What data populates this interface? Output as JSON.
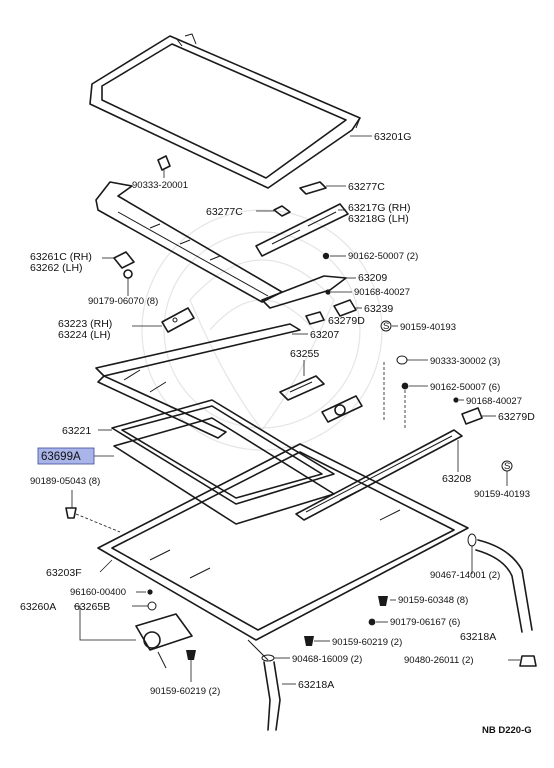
{
  "highlight_color": "#a9b4e8",
  "labels": {
    "p63201G": "63201G",
    "p90333_20001": "90333-20001",
    "p63277C_top": "63277C",
    "p63277C_left": "63277C",
    "p63217G": "63217G (RH)",
    "p63218G": "63218G (LH)",
    "p63261C": "63261C (RH)",
    "p63262": "63262   (LH)",
    "p90162_50007_2": "90162-50007 (2)",
    "p90179_06070": "90179-06070 (8)",
    "p63209": "63209",
    "p90168_40027_top": "90168-40027",
    "p63239": "63239",
    "p63279D_top": "63279D",
    "p90159_40193_top": "90159-40193",
    "p63223": "63223 (RH)",
    "p63224": "63224 (LH)",
    "p63207": "63207",
    "p63255": "63255",
    "p90333_30002": "90333-30002 (3)",
    "p90162_50007_6": "90162-50007 (6)",
    "p90168_40027_right": "90168-40027",
    "p63279D_right": "63279D",
    "p63221": "63221",
    "p63699A": "63699A",
    "p63208": "63208",
    "p90189_05043": "90189-05043 (8)",
    "p90159_40193_right": "90159-40193",
    "p63203F": "63203F",
    "p96160_00400": "96160-00400",
    "p63260A": "63260A",
    "p63265B": "63265B",
    "p90467_14001": "90467-14001 (2)",
    "p90159_60348": "90159-60348 (8)",
    "p90179_06167": "90179-06167 (6)",
    "p90159_60219_mid": "90159-60219 (2)",
    "p63218A_right": "63218A",
    "p90468_16009": "90468-16009 (2)",
    "p90480_26011": "90480-26011 (2)",
    "p90159_60219_bot": "90159-60219 (2)",
    "p63218A_bot": "63218A",
    "diagram_code": "NB D220-G"
  }
}
